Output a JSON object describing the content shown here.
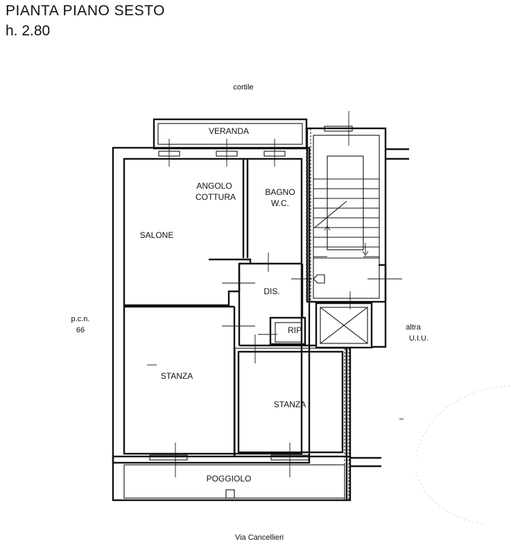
{
  "header": {
    "title": "PIANTA PIANO SESTO",
    "height_label": "h. 2.80"
  },
  "labels": {
    "courtyard": "cortile",
    "street": "Via Cancellieri",
    "left_neighbor_line1": "p.c.n.",
    "left_neighbor_line2": "66",
    "right_neighbor_line1": "altra",
    "right_neighbor_line2": "U.I.U."
  },
  "rooms": {
    "veranda": "VERANDA",
    "kitchen_line1": "ANGOLO",
    "kitchen_line2": "COTTURA",
    "bath_line1": "BAGNO",
    "bath_line2": "W.C.",
    "living": "SALONE",
    "hall": "DIS.",
    "storage": "RIP.",
    "bedroom_left": "STANZA",
    "bedroom_right": "STANZA",
    "balcony": "POGGIOLO"
  }
}
